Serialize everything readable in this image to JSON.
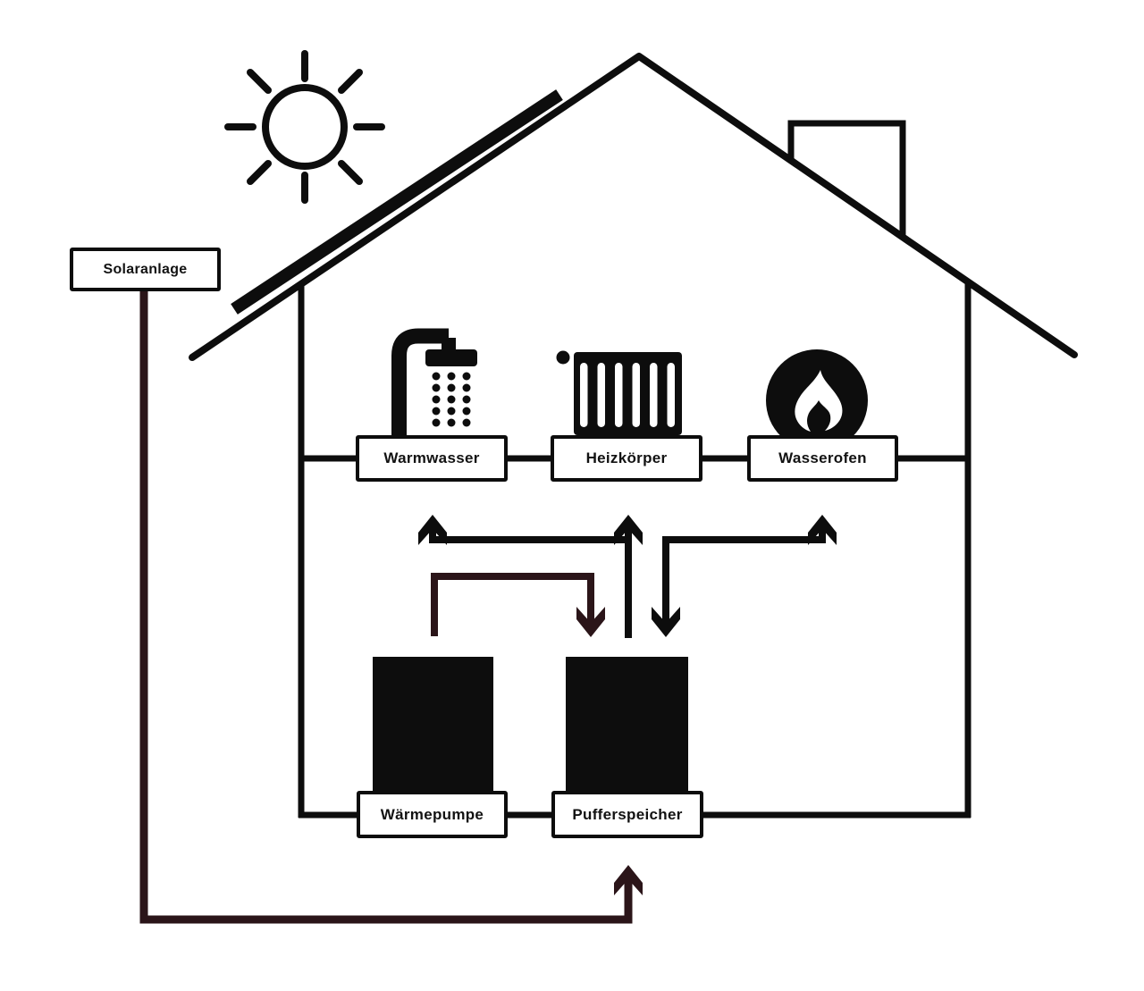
{
  "labels": {
    "solaranlage": "Solaranlage",
    "warmwasser": "Warmwasser",
    "heizkoerper": "Heizkörper",
    "wasserofen": "Wasserofen",
    "waermepumpe": "Wärmepumpe",
    "pufferspeicher": "Pufferspeicher"
  },
  "icons": {
    "sun": "sun-icon",
    "solar_panel": "solar-panel-icon",
    "house": "house-outline-icon",
    "chimney": "chimney-icon",
    "shower": "shower-icon",
    "radiator": "radiator-icon",
    "flame": "flame-in-circle-icon",
    "heat_pump_tank": "heat-pump-tank-icon",
    "buffer_tank": "buffer-tank-icon"
  },
  "colors": {
    "line_black": "#0d0d0d",
    "solar_maroon": "#2b1519",
    "background": "#ffffff"
  }
}
